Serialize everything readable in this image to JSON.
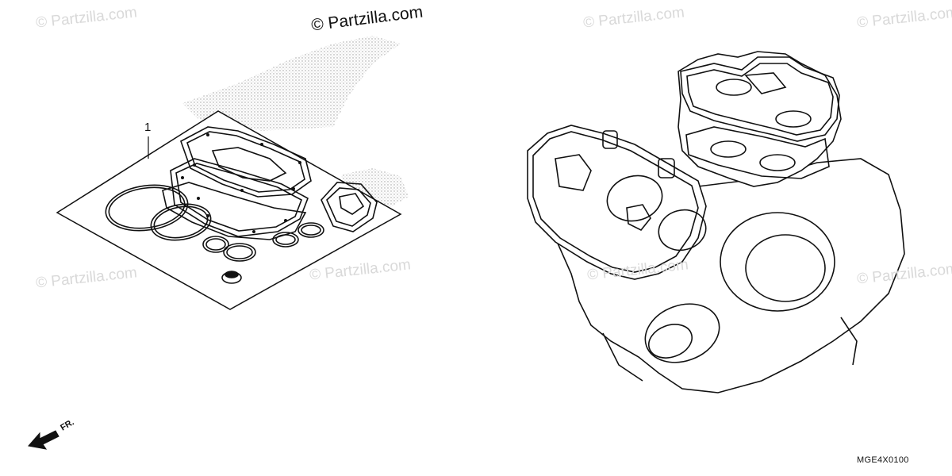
{
  "watermark": {
    "main_text": "© Partzilla.com",
    "repeat_text": "© Partzilla.com"
  },
  "callouts": {
    "gasket_kit_ref": "1"
  },
  "direction": {
    "label": "FR."
  },
  "diagram_code": "MGE4X0100",
  "colors": {
    "line": "#111111",
    "watermark": "#d9d9d9",
    "background": "#ffffff"
  }
}
